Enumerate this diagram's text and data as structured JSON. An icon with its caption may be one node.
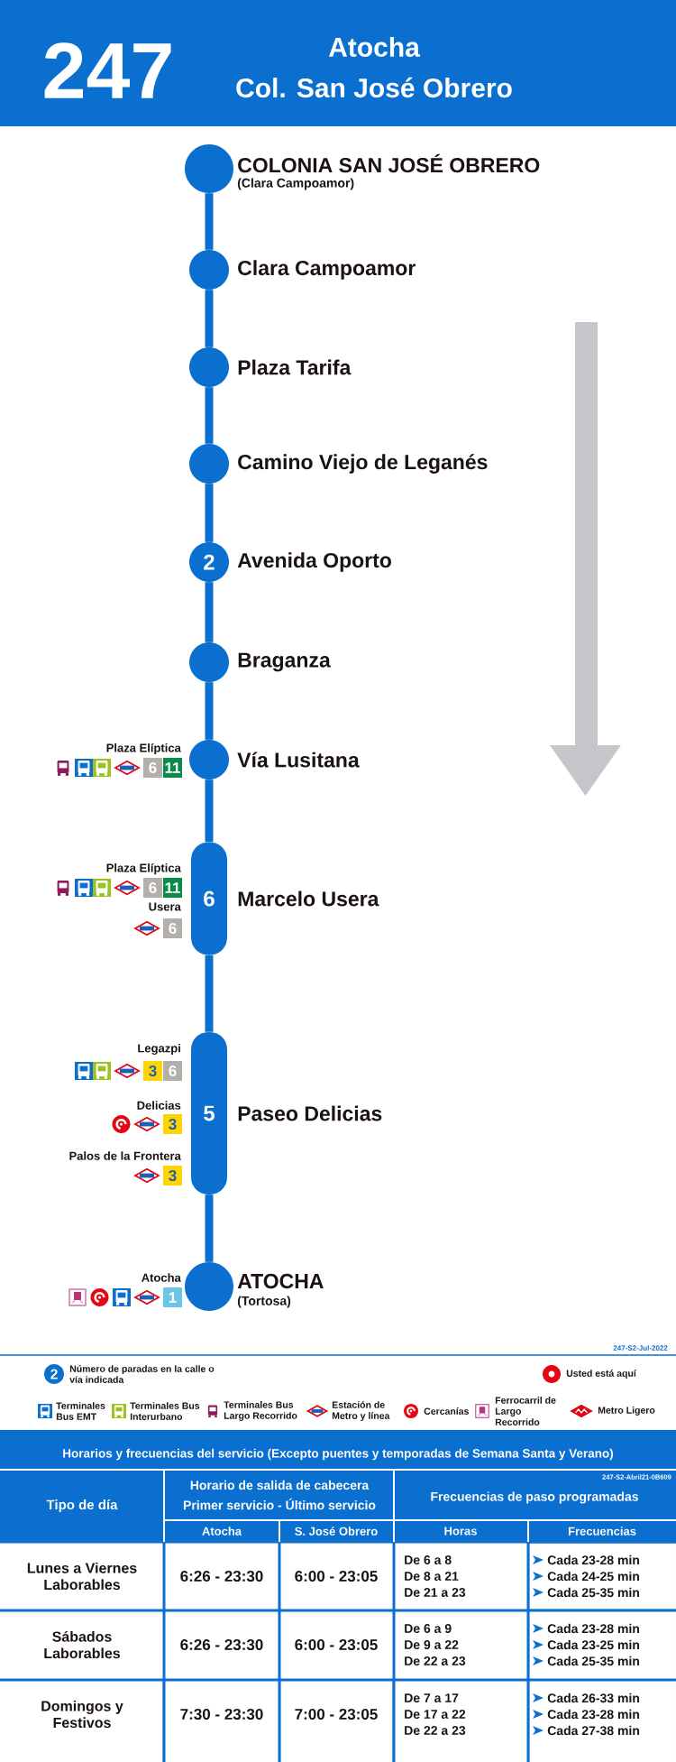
{
  "diagram": {
    "nodes": [
      {
        "text": [],
        "shape": "circle",
        "beside": [
          "COLONIA SAN JOSÉ OBRERO",
          "(Clara Campoamor)"
        ]
      },
      {
        "text": [],
        "shape": "circle",
        "beside": [
          "Clara Campoamor"
        ]
      },
      {
        "text": [],
        "shape": "circle",
        "beside": [
          "Plaza Tarifa"
        ]
      },
      {
        "text": [],
        "shape": "circle",
        "beside": [
          "Camino Viejo de Leganés"
        ]
      },
      {
        "text": [
          "2"
        ],
        "beside": [
          "Avenida Oporto"
        ]
      },
      {
        "text": [],
        "shape": "circle",
        "beside": [
          "Braganza"
        ]
      },
      {
        "text": [],
        "shape": "circle",
        "beside": [
          "Vía Lusitana"
        ]
      },
      {
        "text": [
          "6"
        ],
        "beside": [
          "Marcelo Usera"
        ]
      },
      {
        "text": [
          "5"
        ],
        "beside": [
          "Paseo Delicias"
        ]
      },
      {
        "text": [],
        "shape": "circle",
        "beside": [
          "ATOCHA",
          "(Tortosa)"
        ]
      }
    ],
    "edges": [
      {
        "from": 0,
        "to": 1,
        "arrow": "none"
      },
      {
        "from": 1,
        "to": 2,
        "arrow": "none"
      },
      {
        "from": 2,
        "to": 3,
        "arrow": "none"
      },
      {
        "from": 3,
        "to": 4,
        "arrow": "none"
      },
      {
        "from": 4,
        "to": 5,
        "arrow": "none"
      },
      {
        "from": 5,
        "to": 6,
        "arrow": "none"
      },
      {
        "from": 6,
        "to": 7,
        "arrow": "none"
      },
      {
        "from": 7,
        "to": 8,
        "arrow": "none"
      },
      {
        "from": 8,
        "to": 9,
        "arrow": "none"
      }
    ],
    "labels": [
      "247",
      "Atocha",
      "Col. San José Obrero",
      "Plaza Elíptica",
      "6",
      "11",
      "Plaza Elíptica",
      "6",
      "11",
      "Usera",
      "6",
      "Legazpi",
      "3",
      "6",
      "Delicias",
      "3",
      "Palos de la Frontera",
      "3",
      "Atocha",
      "1",
      "247-S2-Jul-2022",
      "2",
      "Horarios y frecuencias del servicio (Excepto puentes y temporadas de Semana Santa y Verano)",
      "Tipo de día",
      "Horario de salida de cabecera",
      "Primer servicio - Último servicio",
      "247-S2-Abril21-0B609",
      "Frecuencias de paso programadas",
      "Atocha",
      "S. José Obrero",
      "Horas",
      "Frecuencias",
      "Lunes a Viernes Laborables",
      "6:26 - 23:30",
      "6:00 - 23:05",
      "De 6 a 8",
      "De 8 a 21",
      "De 21 a 23",
      "Cada 23-28 min",
      "Cada 24-25 min",
      "Cada 25-35 min",
      "Sábados Laborables",
      "6:26 - 23:30",
      "6:00 - 23:05",
      "De 6 a 9",
      "De 9 a 22",
      "De 22 a 23",
      "Cada 23-28 min",
      "Cada 23-25 min",
      "Cada 25-35 min",
      "Domingos y Festivos",
      "7:30 - 23:30",
      "7:00 - 23:05",
      "De 7 a 17",
      "De 17 a 22",
      "De 22 a 23",
      "Cada 26-33 min",
      "Cada 23-28 min",
      "Cada 27-38 min"
    ],
    "legend": [
      {
        "text": "Número de paradas en la calle o vía indicada"
      },
      {
        "text": "Usted está aquí"
      },
      {
        "text": "Terminales Bus EMT"
      },
      {
        "text": "Terminales Bus Interurbano"
      },
      {
        "text": "Terminales Bus Largo Recorrido"
      },
      {
        "text": "Estación de Metro y línea"
      },
      {
        "text": "Cercanías"
      },
      {
        "text": "Ferrocarril de Largo Recorrido"
      },
      {
        "text": "Metro Ligero"
      }
    ]
  }
}
